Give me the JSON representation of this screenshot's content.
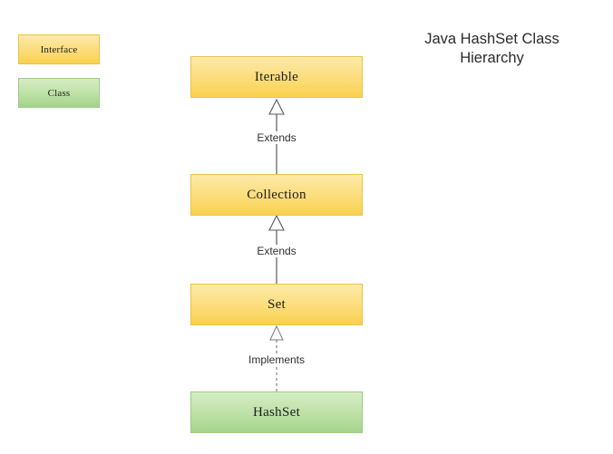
{
  "title": {
    "line1": "Java HashSet Class",
    "line2": "Hierarchy"
  },
  "legend": {
    "items": [
      {
        "label": "Interface",
        "kind": "interface",
        "color": "#f9d14e"
      },
      {
        "label": "Class",
        "kind": "class",
        "color": "#a4d48b"
      }
    ]
  },
  "diagram": {
    "type": "class-hierarchy",
    "nodes": [
      {
        "id": "iterable",
        "label": "Iterable",
        "kind": "interface"
      },
      {
        "id": "collection",
        "label": "Collection",
        "kind": "interface"
      },
      {
        "id": "set",
        "label": "Set",
        "kind": "interface"
      },
      {
        "id": "hashset",
        "label": "HashSet",
        "kind": "class"
      }
    ],
    "edges": [
      {
        "from": "collection",
        "to": "iterable",
        "label": "Extends",
        "style": "solid",
        "arrow": "hollow-triangle"
      },
      {
        "from": "set",
        "to": "collection",
        "label": "Extends",
        "style": "solid",
        "arrow": "hollow-triangle"
      },
      {
        "from": "hashset",
        "to": "set",
        "label": "Implements",
        "style": "dashed",
        "arrow": "hollow-triangle"
      }
    ]
  },
  "colors": {
    "interface_fill_top": "#fdeaa8",
    "interface_fill_bottom": "#f9d14e",
    "interface_border": "#e8c349",
    "class_fill_top": "#d6ecc4",
    "class_fill_bottom": "#a4d48b",
    "class_border": "#9ccb84",
    "connector": "#4a4a4a",
    "background": "#ffffff"
  }
}
